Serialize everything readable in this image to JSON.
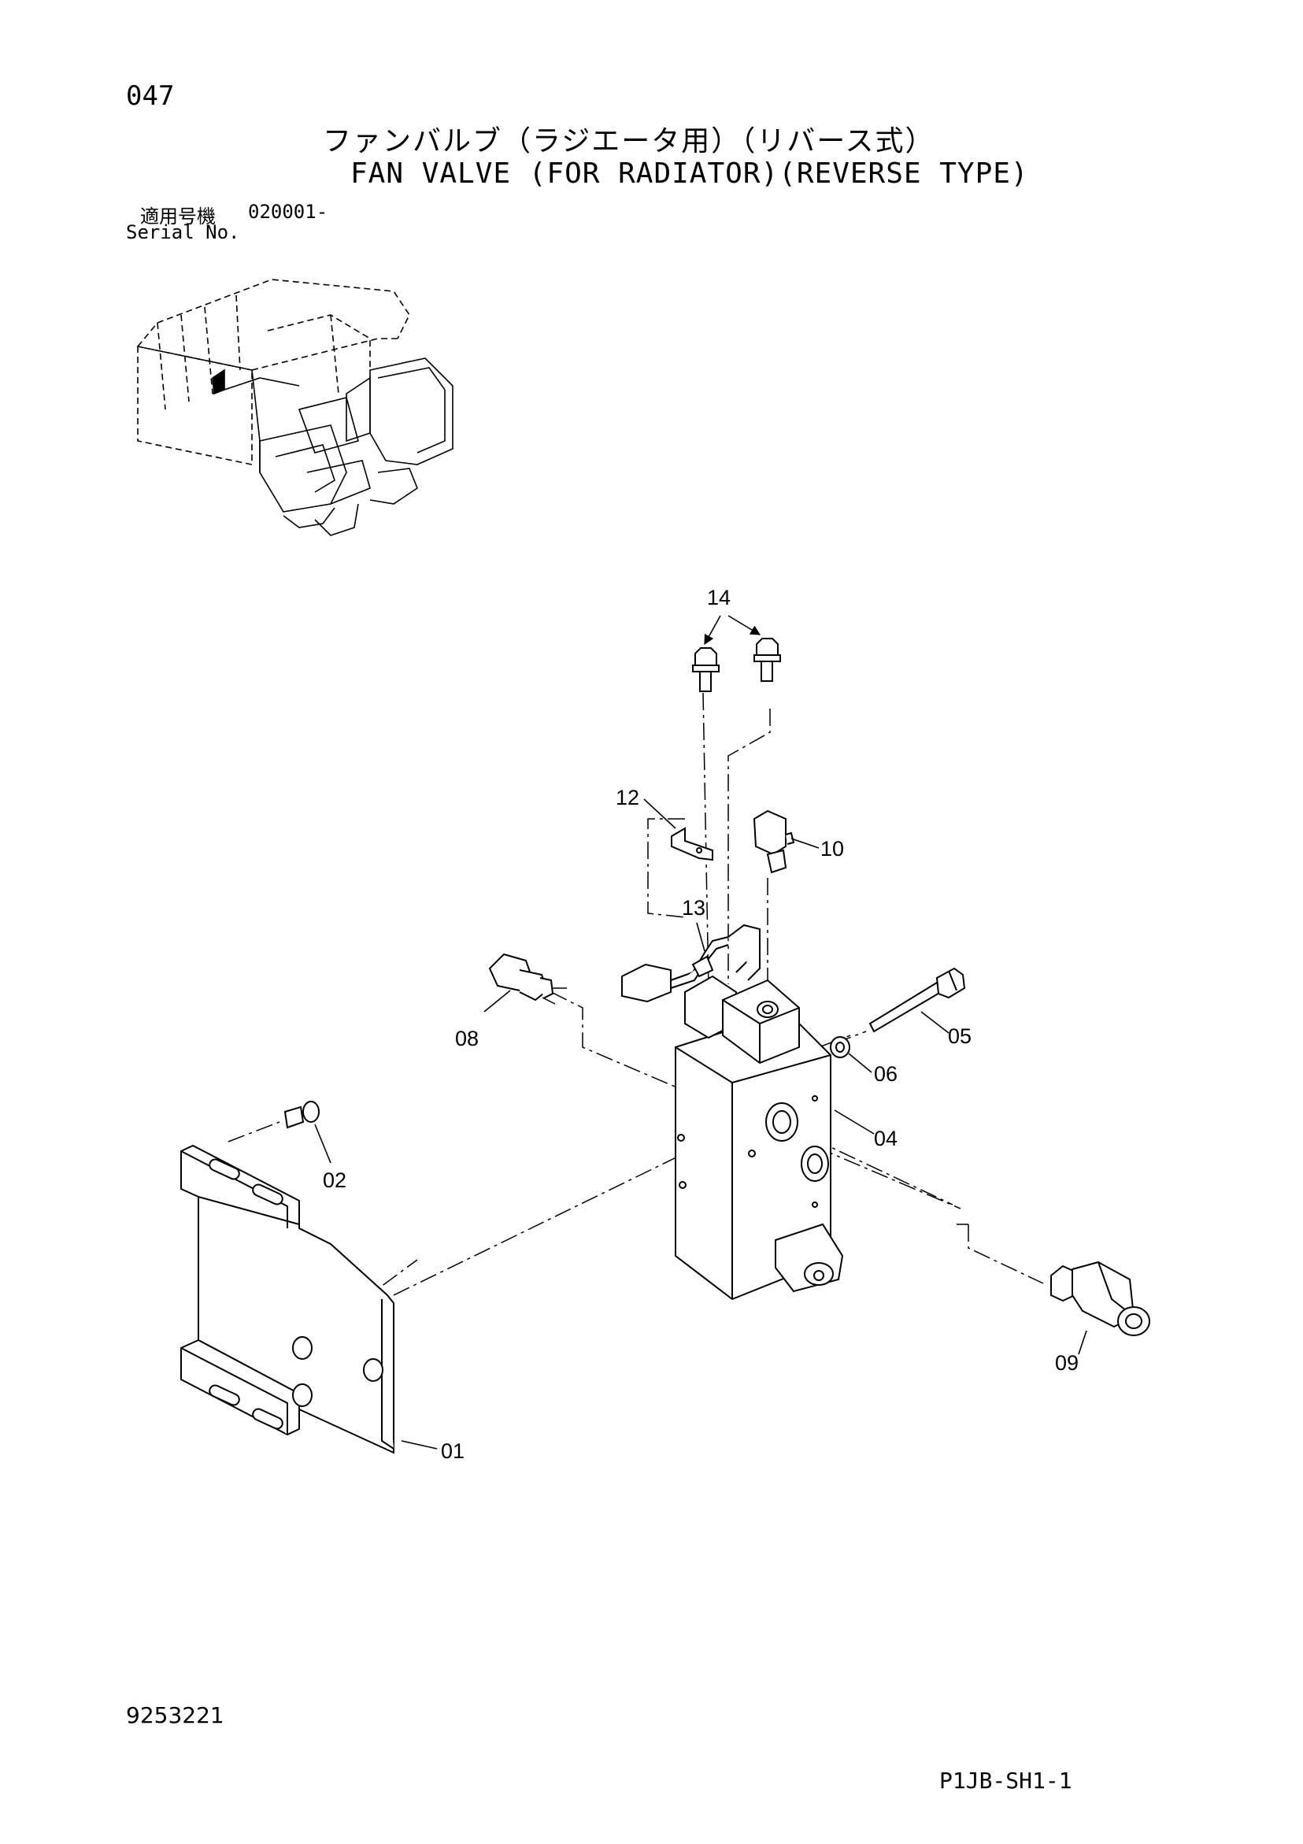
{
  "header": {
    "page_number": "047",
    "title_jp": "ファンバルブ（ラジエータ用）（リバース式）",
    "title_en": "FAN VALVE (FOR RADIATOR)(REVERSE TYPE)",
    "serial_label_jp": "適用号機",
    "serial_value": "020001-",
    "serial_label_en": "Serial No."
  },
  "callouts": {
    "c01": "01",
    "c02": "02",
    "c04": "04",
    "c05": "05",
    "c06": "06",
    "c08": "08",
    "c09": "09",
    "c10": "10",
    "c12": "12",
    "c13": "13",
    "c14": "14"
  },
  "footer": {
    "doc_number": "9253221",
    "sheet_code": "P1JB-SH1-1"
  }
}
